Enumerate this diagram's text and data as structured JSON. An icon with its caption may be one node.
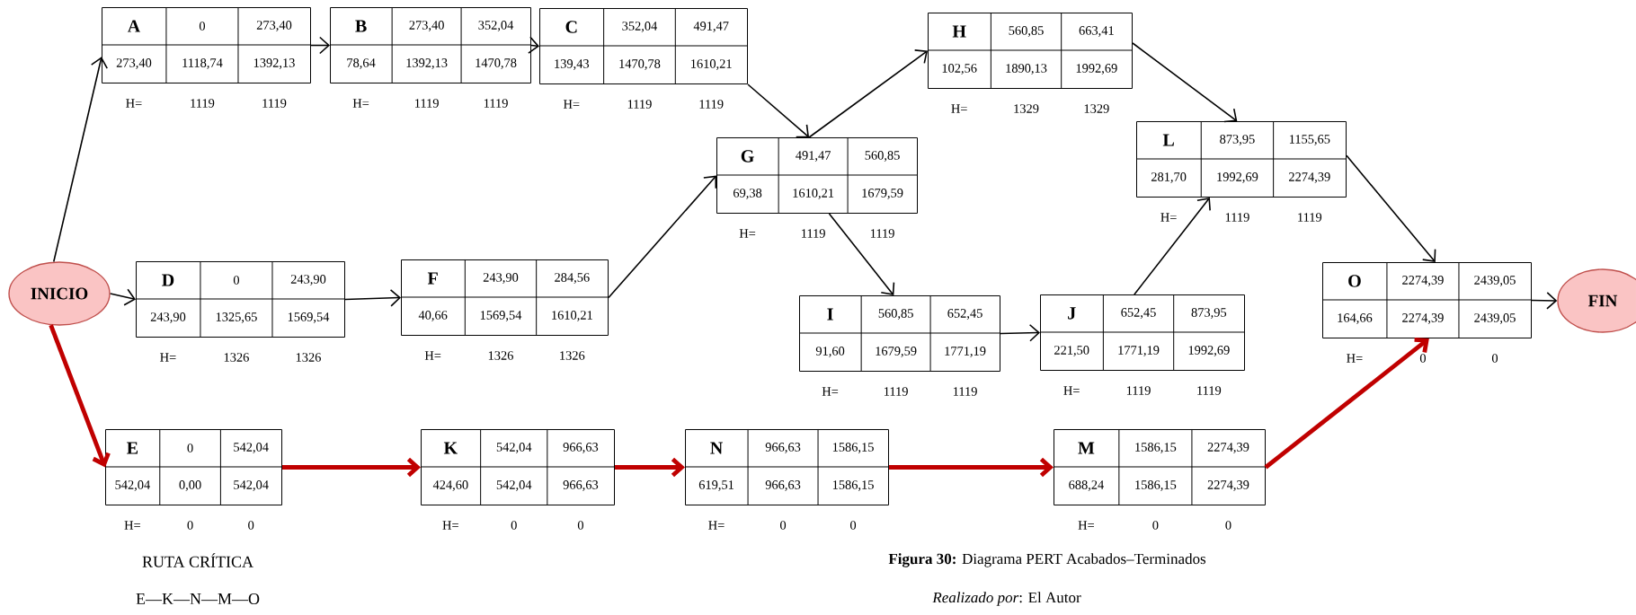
{
  "diagram": {
    "caption": "**Figura 30:** Diagrama PERT Acabados–Terminados",
    "nodes": [
      {
        "text": [
          "INICIO"
        ]
      },
      {
        "text": [
          "A",
          "0",
          "273,40",
          "273,40",
          "1118,74",
          "1392,13"
        ],
        "beside": [
          "H=",
          "1119",
          "1119"
        ]
      },
      {
        "text": [
          "B",
          "273,40",
          "352,04",
          "78,64",
          "1392,13",
          "1470,78"
        ],
        "beside": [
          "H=",
          "1119",
          "1119"
        ]
      },
      {
        "text": [
          "C",
          "352,04",
          "491,47",
          "139,43",
          "1470,78",
          "1610,21"
        ],
        "beside": [
          "H=",
          "1119",
          "1119"
        ]
      },
      {
        "text": [
          "H",
          "560,85",
          "663,41",
          "102,56",
          "1890,13",
          "1992,69"
        ],
        "beside": [
          "H=",
          "1329",
          "1329"
        ]
      },
      {
        "text": [
          "G",
          "491,47",
          "560,85",
          "69,38",
          "1610,21",
          "1679,59"
        ],
        "beside": [
          "H=",
          "1119",
          "1119"
        ]
      },
      {
        "text": [
          "L",
          "873,95",
          "1155,65",
          "281,70",
          "1992,69",
          "2274,39"
        ],
        "beside": [
          "H=",
          "1119",
          "1119"
        ]
      },
      {
        "text": [
          "D",
          "0",
          "243,90",
          "243,90",
          "1325,65",
          "1569,54"
        ],
        "beside": [
          "H=",
          "1326",
          "1326"
        ]
      },
      {
        "text": [
          "F",
          "243,90",
          "284,56",
          "40,66",
          "1569,54",
          "1610,21"
        ],
        "beside": [
          "H=",
          "1326",
          "1326"
        ]
      },
      {
        "text": [
          "I",
          "560,85",
          "652,45",
          "91,60",
          "1679,59",
          "1771,19"
        ],
        "beside": [
          "H=",
          "1119",
          "1119"
        ]
      },
      {
        "text": [
          "J",
          "652,45",
          "873,95",
          "221,50",
          "1771,19",
          "1992,69"
        ],
        "beside": [
          "H=",
          "1119",
          "1119"
        ]
      },
      {
        "text": [
          "O",
          "2274,39",
          "2439,05",
          "164,66",
          "2274,39",
          "2439,05"
        ],
        "beside": [
          "H=",
          "0",
          "0"
        ]
      },
      {
        "text": [
          "FIN"
        ]
      },
      {
        "text": [
          "E",
          "0",
          "542,04",
          "542,04",
          "0,00",
          "542,04"
        ],
        "beside": [
          "H=",
          "0",
          "0"
        ]
      },
      {
        "text": [
          "K",
          "542,04",
          "966,63",
          "424,60",
          "542,04",
          "966,63"
        ],
        "beside": [
          "H=",
          "0",
          "0"
        ]
      },
      {
        "text": [
          "N",
          "966,63",
          "1586,15",
          "619,51",
          "966,63",
          "1586,15"
        ],
        "beside": [
          "H=",
          "0",
          "0"
        ]
      },
      {
        "text": [
          "M",
          "1586,15",
          "2274,39",
          "688,24",
          "1586,15",
          "2274,39"
        ],
        "beside": [
          "H=",
          "0",
          "0"
        ]
      }
    ],
    "edges": [
      {
        "from": 0,
        "to": 1,
        "arrow": "to"
      },
      {
        "from": 1,
        "to": 2,
        "arrow": "to"
      },
      {
        "from": 2,
        "to": 3,
        "arrow": "to"
      },
      {
        "from": 3,
        "to": 5,
        "arrow": "to"
      },
      {
        "from": 5,
        "to": 4,
        "arrow": "to"
      },
      {
        "from": 4,
        "to": 6,
        "arrow": "to"
      },
      {
        "from": 6,
        "to": 11,
        "arrow": "to"
      },
      {
        "from": 0,
        "to": 7,
        "arrow": "to"
      },
      {
        "from": 7,
        "to": 8,
        "arrow": "to"
      },
      {
        "from": 8,
        "to": 5,
        "arrow": "to"
      },
      {
        "from": 5,
        "to": 9,
        "arrow": "to"
      },
      {
        "from": 9,
        "to": 10,
        "arrow": "to"
      },
      {
        "from": 10,
        "to": 6,
        "arrow": "to"
      },
      {
        "from": 11,
        "to": 12,
        "arrow": "to"
      },
      {
        "from": 0,
        "to": 13,
        "arrow": "to",
        "style": "thick",
        "color": "#c00000"
      },
      {
        "from": 13,
        "to": 14,
        "arrow": "to",
        "style": "thick",
        "color": "#c00000"
      },
      {
        "from": 14,
        "to": 15,
        "arrow": "to",
        "style": "thick",
        "color": "#c00000"
      },
      {
        "from": 15,
        "to": 16,
        "arrow": "to",
        "style": "thick",
        "color": "#c00000"
      },
      {
        "from": 16,
        "to": 11,
        "arrow": "to",
        "style": "thick",
        "color": "#c00000"
      }
    ],
    "labels": [
      "RUTA CRÍTICA",
      "E—K—N—M—O",
      "*Realizado por*: El Autor"
    ]
  }
}
